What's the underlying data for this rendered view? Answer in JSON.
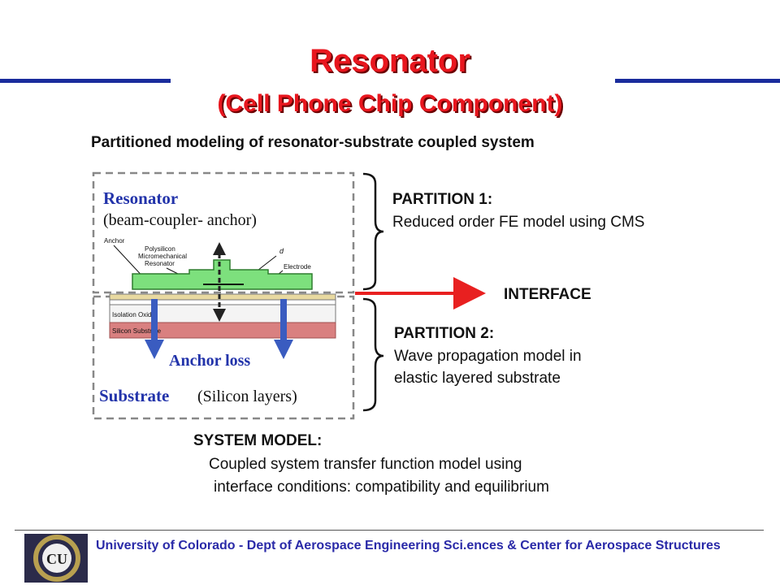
{
  "title": "Resonator",
  "subtitle": "(Cell Phone Chip Component)",
  "diagram": {
    "heading": "Partitioned modeling of resonator-substrate coupled system",
    "resonator_label": "Resonator",
    "resonator_sub": "(beam-coupler- anchor)",
    "anchor_label": "Anchor",
    "polysilicon_label": [
      "Polysilicon",
      "Micromechanical",
      "Resonator"
    ],
    "d_label": "d",
    "electrode_label": "Electrode",
    "isolation_label": "Isolation Oxide",
    "silicon_label": "Silicon Substrate",
    "anchor_loss_label": "Anchor loss",
    "substrate_label": "Substrate",
    "substrate_sub": "(Silicon layers)",
    "partition1_title": "PARTITION 1:",
    "partition1_desc": "Reduced order FE model using CMS",
    "interface_label": "INTERFACE",
    "partition2_title": "PARTITION 2:",
    "partition2_desc": [
      "Wave propagation model in",
      "elastic layered substrate"
    ],
    "system_title": "SYSTEM MODEL:",
    "system_desc": [
      "Coupled system transfer function model using",
      "interface conditions: compatibility and equilibrium"
    ]
  },
  "footer": {
    "text": "University of Colorado - Dept of Aerospace Engineering Sci.ences & Center for Aerospace Structures",
    "logo_text": "CU"
  },
  "colors": {
    "title": "#e8161e",
    "rule": "#1a2c9c",
    "resonator_text": "#2233aa",
    "green_layer": "#7de07d",
    "pink_layer": "#d98080",
    "interface_arrow": "#e82020",
    "blue_arrow": "#3a5cc0"
  }
}
